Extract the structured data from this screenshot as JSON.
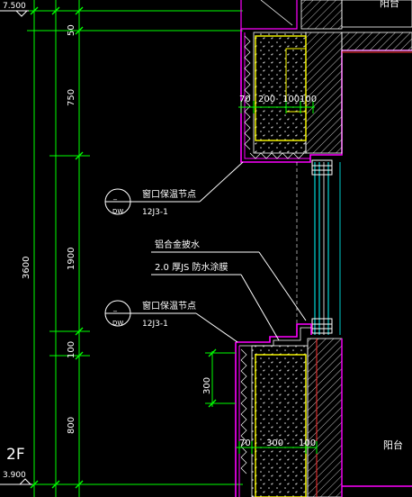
{
  "levels": {
    "top": "7.500",
    "bottom": "3.900",
    "floor_label": "2F"
  },
  "vertical_dims": {
    "overall": "3600",
    "seg_50": "50",
    "seg_750": "750",
    "seg_1900": "1900",
    "seg_100": "100",
    "seg_800": "800"
  },
  "horizontal_dims": {
    "upper": [
      "70",
      "200",
      "100",
      "100"
    ],
    "lower": [
      "70",
      "300",
      "100"
    ]
  },
  "callouts": {
    "detail_upper": {
      "title": "窗口保温节点",
      "ref": "12J3-1",
      "num": "DW"
    },
    "detail_lower": {
      "title": "窗口保温节点",
      "ref": "12J3-1",
      "num": "DW"
    },
    "sill_note": "铝合金披水",
    "membrane_note": "2.0  厚JS 防水涂膜",
    "dim_300": "300"
  },
  "room_labels": {
    "upper_right": "阳台",
    "lower_right": "阳台"
  },
  "colors": {
    "background": "#000000",
    "dim_line": "#00ff00",
    "wall": "#ff00ff",
    "insulation": "#ffff00",
    "text": "#ffffff",
    "concrete": "#d0d0d0",
    "window": "#00ffff"
  }
}
